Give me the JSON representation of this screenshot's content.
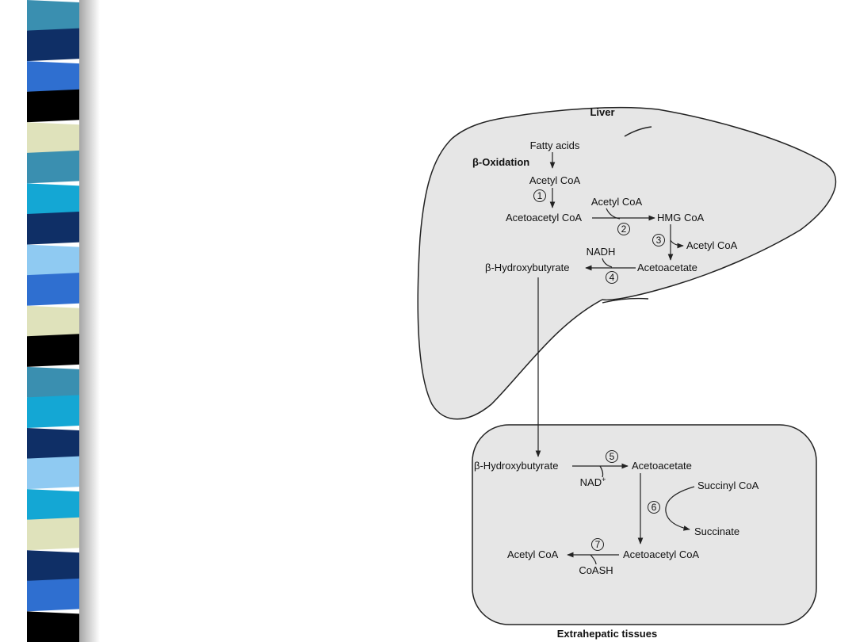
{
  "colors": {
    "stripes": [
      "#3a8fb0",
      "#0f2f66",
      "#2f6fd0",
      "#000000",
      "#dfe2bb",
      "#3a8fb0",
      "#14a7d4",
      "#0f2f66",
      "#8fcaf2",
      "#2f6fd0",
      "#dfe2bb",
      "#000000",
      "#3a8fb0",
      "#14a7d4",
      "#0f2f66",
      "#8fcaf2",
      "#14a7d4",
      "#dfe2bb",
      "#0f2f66",
      "#2f6fd0",
      "#000000"
    ],
    "fill": "#e6e6e6",
    "stroke": "#222222"
  },
  "diagram": {
    "liver_title": "Liver",
    "extrahepatic_title": "Extrahepatic tissues",
    "liver": {
      "fatty_acids": "Fatty acids",
      "beta_oxidation": "β-Oxidation",
      "acetyl_coa_1": "Acetyl CoA",
      "acetyl_coa_2": "Acetyl CoA",
      "acetoacetyl_coa": "Acetoacetyl CoA",
      "hmg_coa": "HMG CoA",
      "acetyl_coa_3": "Acetyl CoA",
      "nadh": "NADH",
      "hydroxybutyrate": "β-Hydroxybutyrate",
      "acetoacetate": "Acetoacetate"
    },
    "tissue": {
      "hydroxybutyrate": "β-Hydroxybutyrate",
      "acetoacetate": "Acetoacetate",
      "nad": "NAD",
      "nad_sup": "+",
      "succinyl_coa": "Succinyl CoA",
      "succinate": "Succinate",
      "acetoacetyl_coa": "Acetoacetyl CoA",
      "acetyl_coa": "Acetyl CoA",
      "coash": "CoASH"
    },
    "steps": [
      "1",
      "2",
      "3",
      "4",
      "5",
      "6",
      "7"
    ]
  }
}
